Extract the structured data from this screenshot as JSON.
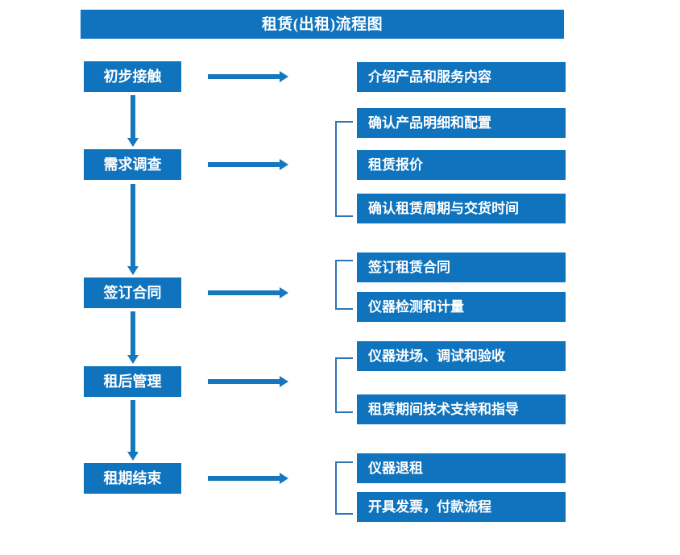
{
  "diagram": {
    "title": "租赁(出租)流程图",
    "colors": {
      "box_fill": "#0f73bd",
      "box_text": "#ffffff",
      "arrow": "#1577be",
      "bracket": "#2e75b6",
      "background": "#ffffff"
    },
    "stages": [
      {
        "label": "初步接触"
      },
      {
        "label": "需求调查"
      },
      {
        "label": "签订合同"
      },
      {
        "label": "租后管理"
      },
      {
        "label": "租期结束"
      }
    ],
    "details": [
      {
        "label": "介绍产品和服务内容"
      },
      {
        "label": "确认产品明细和配置"
      },
      {
        "label": "租赁报价"
      },
      {
        "label": "确认租赁周期与交货时间"
      },
      {
        "label": "签订租赁合同"
      },
      {
        "label": "仪器检测和计量"
      },
      {
        "label": "仪器进场、调试和验收"
      },
      {
        "label": "租赁期间技术支持和指导"
      },
      {
        "label": "仪器退租"
      },
      {
        "label": "开具发票，付款流程"
      }
    ],
    "flow_arrows": {
      "vertical_count": 4,
      "horizontal_count": 5,
      "direction_vertical": "down",
      "direction_horizontal": "right"
    },
    "brackets": [
      {
        "groups": "确认产品明细和配置 / 租赁报价 / 确认租赁周期与交货时间"
      },
      {
        "groups": "签订租赁合同 / 仪器检测和计量"
      },
      {
        "groups": "仪器进场、调试和验收 / 租赁期间技术支持和指导"
      },
      {
        "groups": "仪器退租 / 开具发票，付款流程"
      }
    ]
  }
}
